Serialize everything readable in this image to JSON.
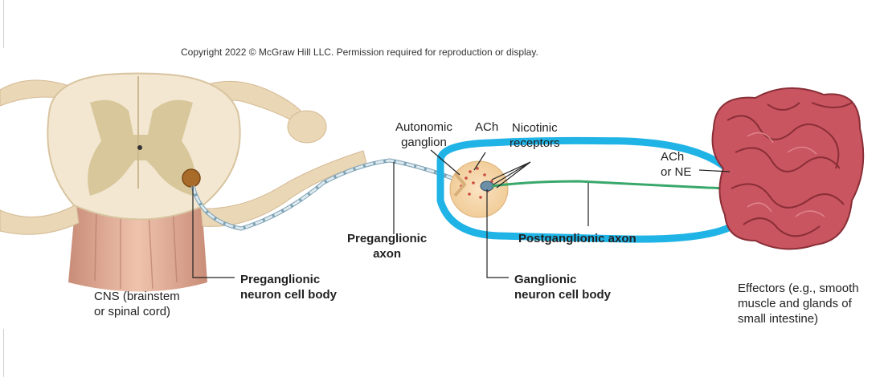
{
  "copyright": "Copyright 2022 © McGraw Hill LLC. Permission required for reproduction or display.",
  "labels": {
    "autonomic_ganglion": [
      "Autonomic",
      "ganglion"
    ],
    "ach_top": "ACh",
    "nicotinic_receptors": [
      "Nicotinic",
      "receptors"
    ],
    "ach_or_ne": [
      "ACh",
      "or NE"
    ],
    "preganglionic_axon": [
      "Preganglionic",
      "axon"
    ],
    "postganglionic_axon": "Postganglionic axon",
    "preganglionic_cell_body": [
      "Preganglionic",
      "neuron cell body"
    ],
    "ganglionic_cell_body": [
      "Ganglionic",
      "neuron cell body"
    ],
    "cns": [
      "CNS (brainstem",
      "or spinal cord)"
    ],
    "effectors": [
      "Effectors (e.g., smooth",
      "muscle and glands of",
      "small intestine)"
    ]
  },
  "colors": {
    "highlight": "#1fb3e6",
    "postganglionic": "#3aa86b",
    "tissue": "#ead7b6",
    "intestine": "#c8555f"
  }
}
